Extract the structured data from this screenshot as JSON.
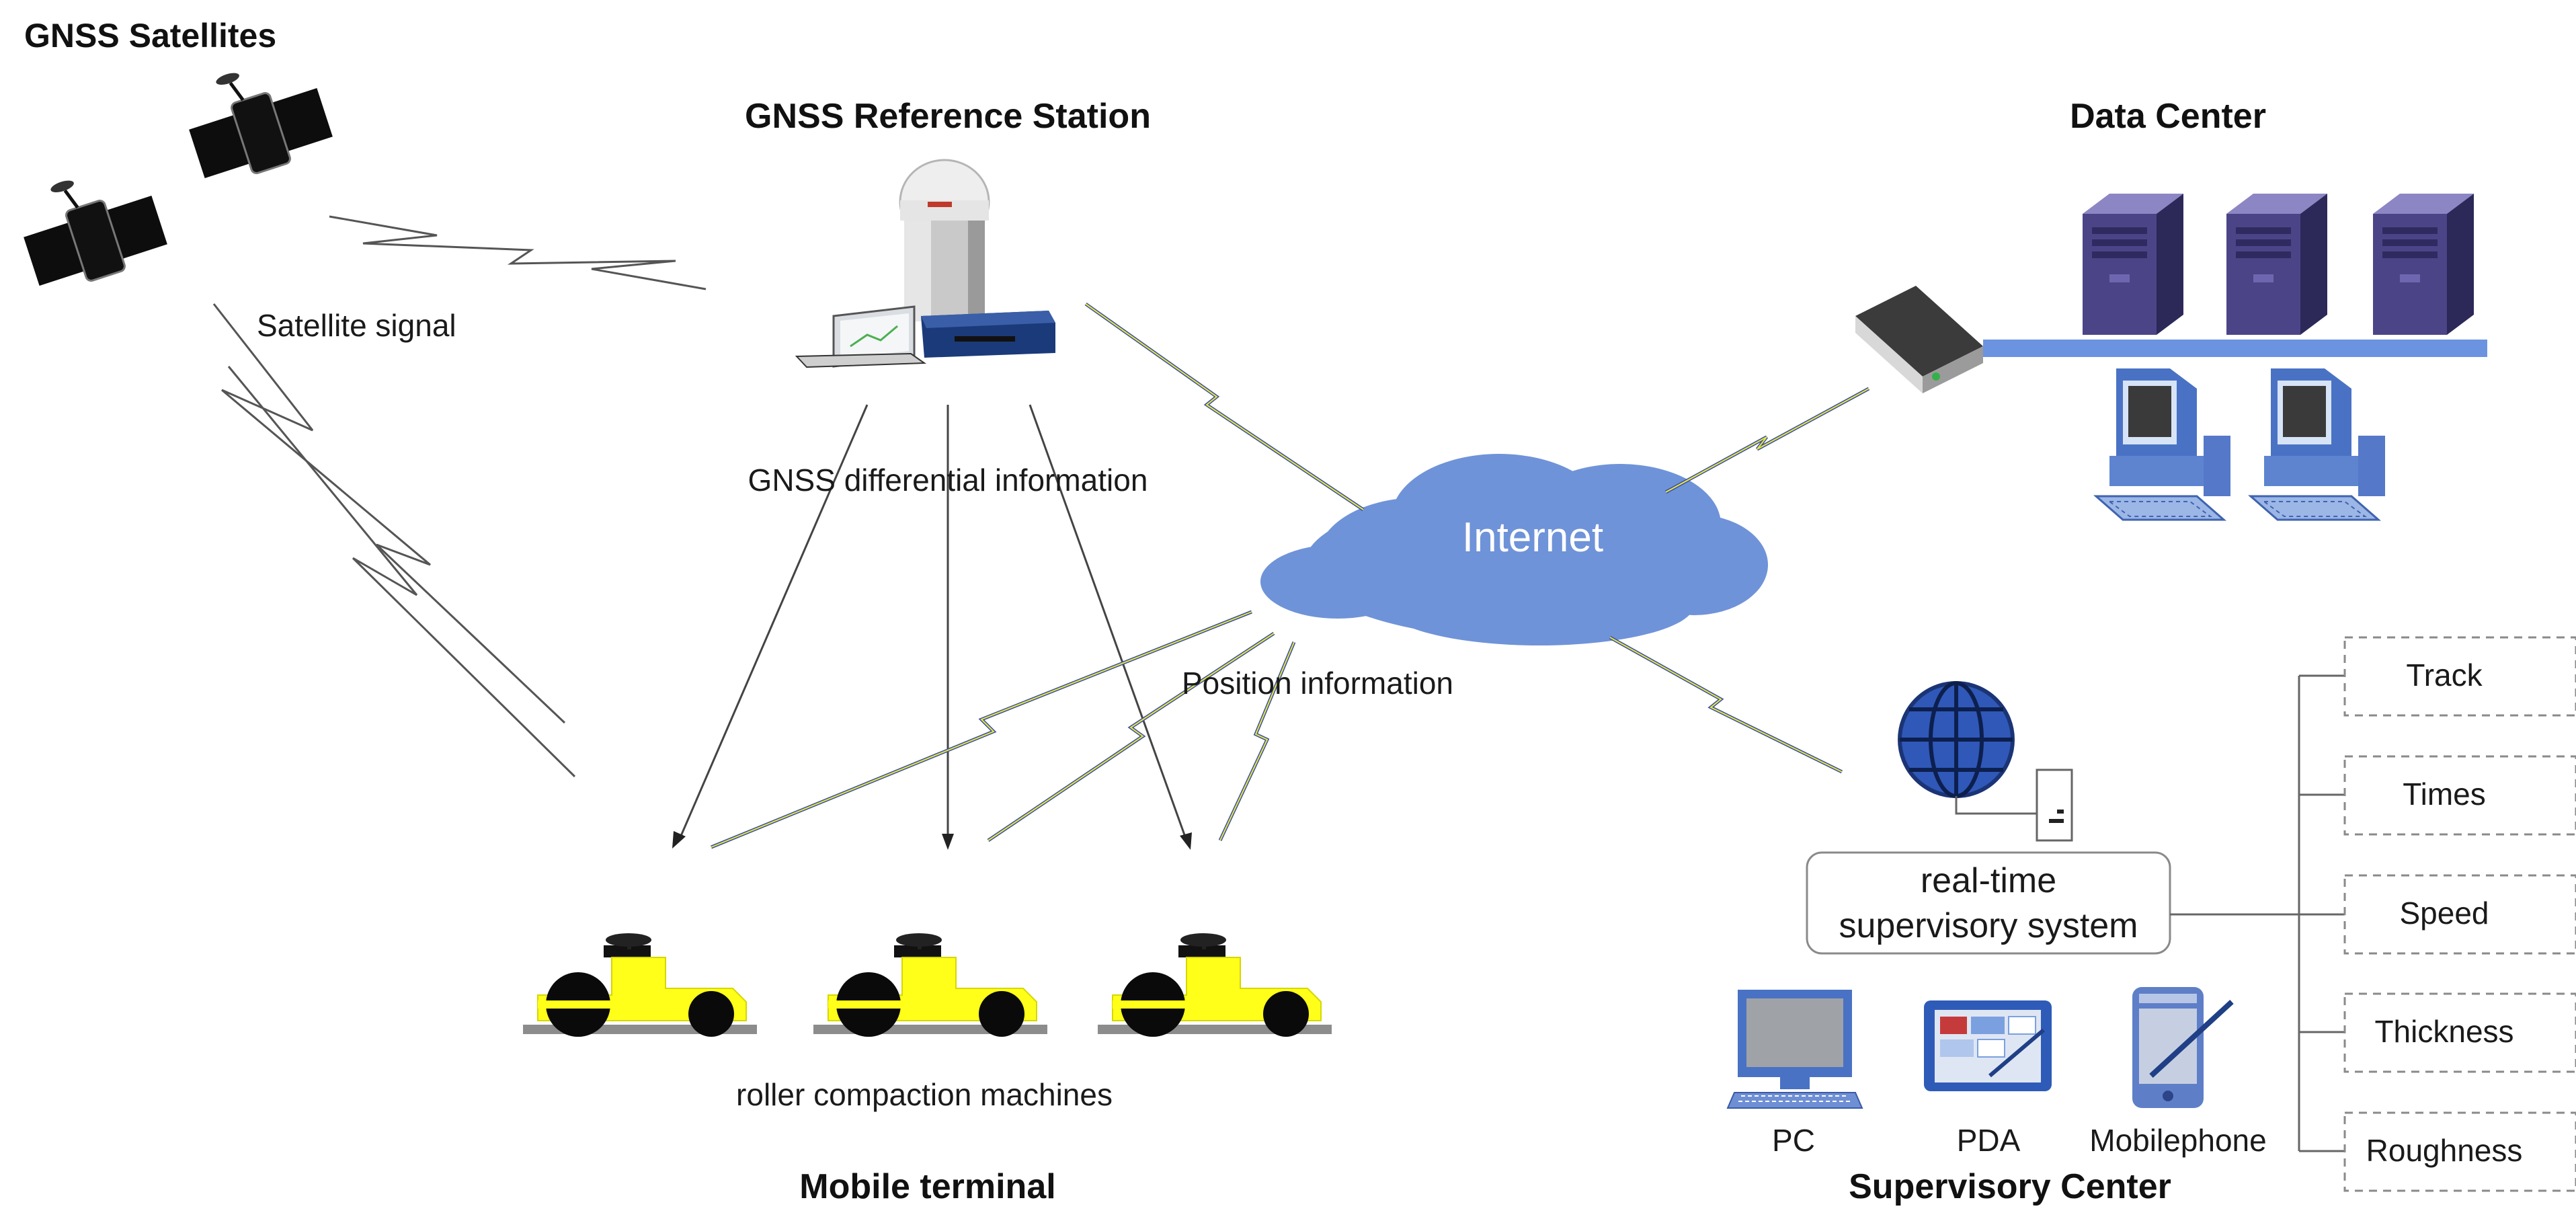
{
  "labels": {
    "gnss_satellites": "GNSS Satellites",
    "reference_station": "GNSS Reference Station",
    "data_center": "Data Center",
    "satellite_signal": "Satellite signal",
    "differential_info": "GNSS differential information",
    "internet": "Internet",
    "position_info": "Position information",
    "roller_machines": "roller compaction machines",
    "mobile_terminal": "Mobile terminal",
    "supervisory_center": "Supervisory Center",
    "supervisory_system_line1": "real-time",
    "supervisory_system_line2": "supervisory system"
  },
  "devices": {
    "pc": "PC",
    "pda": "PDA",
    "mobilephone": "Mobilephone"
  },
  "outputs": [
    "Track",
    "Times",
    "Speed",
    "Thickness",
    "Roughness"
  ],
  "colors": {
    "cloud": "#6f93d8",
    "roller_yellow": "#ffff1a",
    "server_purple": "#3e3a72",
    "link_blue": "#3a4fa8",
    "link_yellow": "#e8e83a",
    "globe_blue": "#2f58b8"
  }
}
